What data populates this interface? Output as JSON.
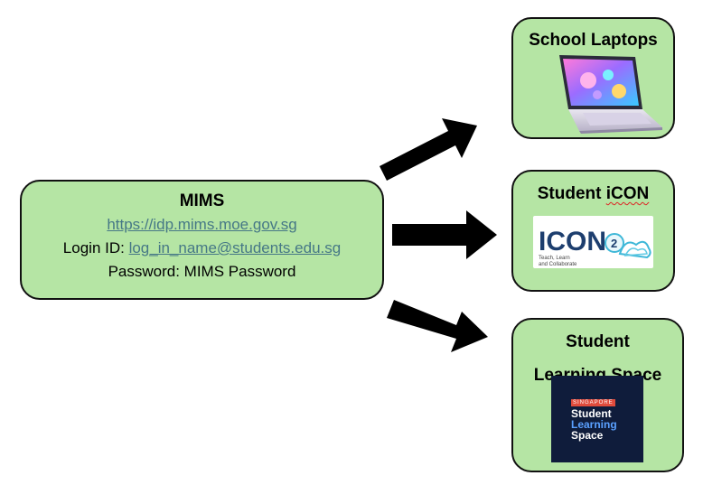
{
  "source": {
    "title": "MIMS",
    "url": "https://idp.mims.moe.gov.sg",
    "login_label": "Login ID: ",
    "login_value": "log_in_name@students.edu.sg",
    "password_line": "Password: MIMS Password"
  },
  "destinations": [
    {
      "title": "School Laptops",
      "icon": "laptop-icon"
    },
    {
      "title_prefix": "Student ",
      "title_flagged": "iCON",
      "logo_text": "ICON",
      "logo_sub_1": "Teach, Learn",
      "logo_sub_2": "and Collaborate",
      "icon": "icon-logo"
    },
    {
      "title_line_1": "Student",
      "title_line_2": "Learning Space",
      "logo_tag": "SINGAPORE",
      "logo_w1": "Student",
      "logo_w2": "Learning",
      "logo_w3": "Space",
      "icon": "sls-logo"
    }
  ],
  "colors": {
    "box_fill": "#b5e5a4",
    "box_border": "#111111",
    "arrow": "#000000",
    "link": "#467886"
  }
}
